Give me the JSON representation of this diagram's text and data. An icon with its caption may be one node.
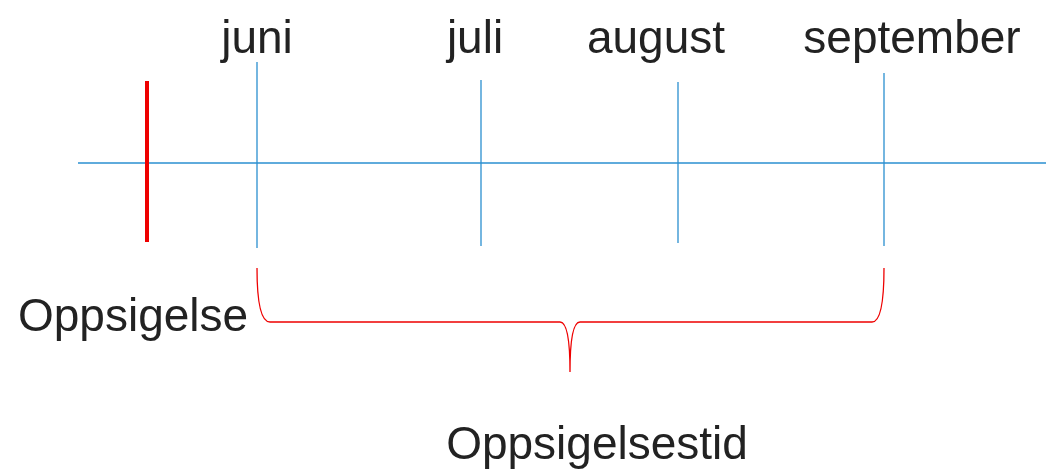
{
  "diagram": {
    "labels": [
      "juni",
      "juli",
      "august",
      "september",
      "Oppsigelse",
      "Oppsigelsestid"
    ]
  }
}
